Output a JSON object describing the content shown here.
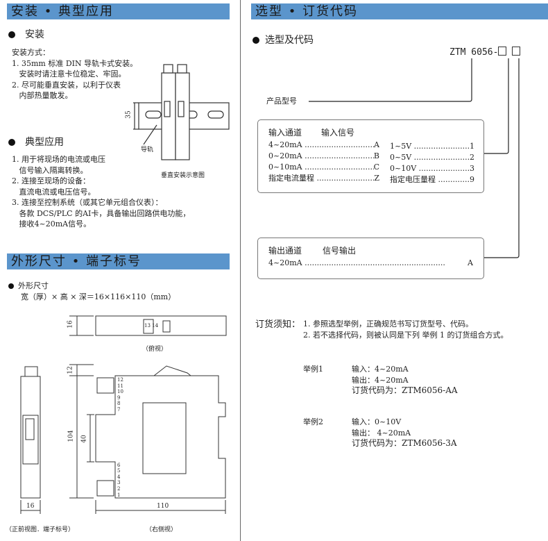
{
  "left": {
    "header1": "安装 • 典型应用",
    "install_title": "安装",
    "install_lines": [
      "安装方式：",
      "1. 35mm 标准 DIN 导轨卡式安装。",
      "   安装时请注意卡位稳定、牢固。",
      "2. 尽可能垂直安装，以利于仪表",
      "   内部热量散发。"
    ],
    "rail_dim": "35",
    "rail_label": "导轨",
    "mount_caption": "垂直安装示意图",
    "app_title": "典型应用",
    "app_lines": [
      "1. 用于将现场的电流或电压",
      "   信号输入隔离转换。",
      "2. 连接至现场的设备：",
      "   直流电流或电压信号。",
      "3. 连接至控制系统（或其它单元组合仪表）：",
      "   各款 DCS/PLC 的AI卡，具备输出回路供电功能，",
      "   接收4~20mA信号。"
    ],
    "header2": "外形尺寸 • 端子标号",
    "dim_title": "外形尺寸",
    "dim_formula": "宽（厚）× 高 × 深＝16×116×110（mm）",
    "top_dim": "16",
    "top_terminals": "13 14",
    "top_caption": "（俯视）",
    "front_dim": "16",
    "front_caption": "（正前视图．端子标号）",
    "side_dims": {
      "top": "12",
      "height": "104",
      "rail": "40",
      "depth": "110"
    },
    "terminal_numbers": [
      "12",
      "11",
      "10",
      "9",
      "8",
      "7",
      "6",
      "5",
      "4",
      "3",
      "2",
      "1"
    ],
    "side_caption": "（右侧视）"
  },
  "right": {
    "header": "选型 • 订货代码",
    "select_title": "选型及代码",
    "model_code": "ZTM 6056-",
    "model_label": "产品型号",
    "input_box": {
      "title_channel": "输入通道",
      "title_signal": "输入信号",
      "left": [
        [
          "4~20mA",
          "A"
        ],
        [
          "0~20mA",
          "B"
        ],
        [
          "0~10mA",
          "C"
        ],
        [
          "指定电流量程",
          "Z"
        ]
      ],
      "right": [
        [
          "1~5V",
          "1"
        ],
        [
          "0~5V",
          "2"
        ],
        [
          "0~10V",
          "3"
        ],
        [
          "指定电压量程",
          "9"
        ]
      ]
    },
    "output_box": {
      "title_channel": "输出通道",
      "title_signal": "信号输出",
      "rows": [
        [
          "4~20mA",
          "A"
        ]
      ]
    },
    "notice_title": "订货须知：",
    "notice_lines": [
      "1. 参照选型举例，正确规范书写订货型号、代码。",
      "2. 若不选择代码，则被认同是下列 举例 1 的订货组合方式。"
    ],
    "examples": [
      {
        "label": "举例1",
        "input": "输入：4~20mA",
        "output": "输出：4~20mA",
        "code": "订货代码为：ZTM6056-AA"
      },
      {
        "label": "举例2",
        "input": "输入：0~10V",
        "output": "输出： 4~20mA",
        "code": "订货代码为：ZTM6056-3A"
      }
    ]
  },
  "colors": {
    "header": "#5b95cc"
  }
}
